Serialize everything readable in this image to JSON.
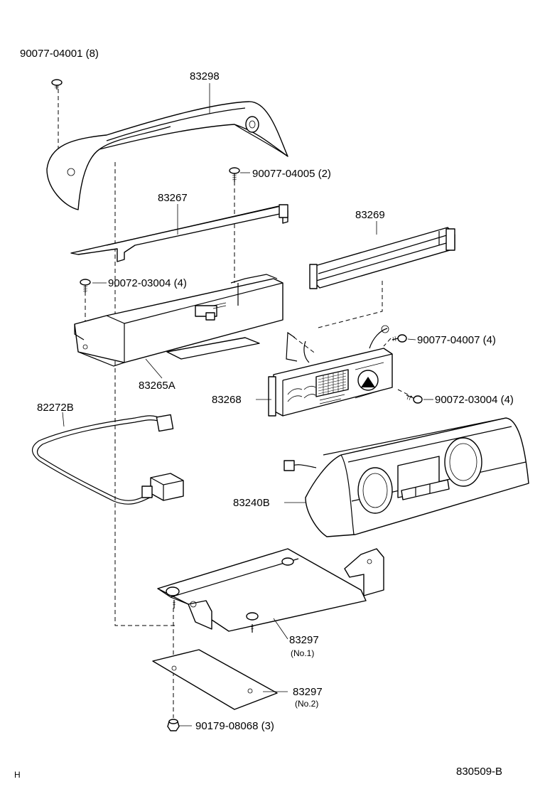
{
  "labels": {
    "screw_top_left": "90077-04001 (8)",
    "cover": "83298",
    "screw_top_mid": "90077-04005 (2)",
    "bracket": "83267",
    "panel_cover": "83269",
    "screw_left": "90072-03004 (4)",
    "housing": "83265A",
    "screw_right_upper": "90077-04007 (4)",
    "display_unit": "83268",
    "screw_right_lower": "90072-03004 (4)",
    "wire_harness": "82272B",
    "gauge_housing": "83240B",
    "base_plate": "83297",
    "base_plate_no": "(No.1)",
    "plate2": "83297",
    "plate2_no": "(No.2)",
    "clip": "90179-08068 (3)",
    "corner_left": "H",
    "diagram_code": "830509-B"
  }
}
